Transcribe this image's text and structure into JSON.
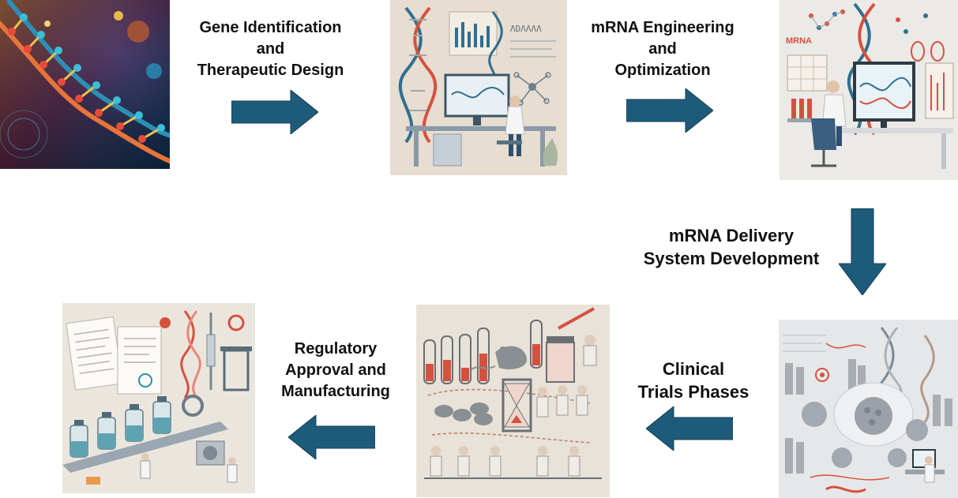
{
  "steps": {
    "gene": {
      "line1": "Gene Identification",
      "line2": "and",
      "line3": "Therapeutic Design"
    },
    "mrna_eng": {
      "line1": "mRNA Engineering",
      "line2": "and",
      "line3": "Optimization"
    },
    "delivery": {
      "line1": "mRNA Delivery",
      "line2": "System Development"
    },
    "clinical": {
      "line1": "Clinical",
      "line2": "Trials Phases"
    },
    "regulatory": {
      "line1": "Regulatory",
      "line2": "Approval and",
      "line3": "Manufacturing"
    }
  },
  "panel_texts": {
    "lab_sign": "ΛDΛΛΛΛ",
    "mrna_tag": "MRNA"
  },
  "colors": {
    "arrow": "#1e5b7a",
    "panel_beige": "#e7ddd0",
    "panel_light": "#eceae6",
    "dna_red": "#d5513f",
    "dna_blue": "#2f6f8f"
  },
  "icons": {
    "panel_1": "dna-helix-icon",
    "panel_2": "lab-scientist-icon",
    "panel_3": "mrna-computer-icon",
    "panel_4": "virus-lab-icon",
    "panel_5": "mouse-trial-icon",
    "panel_6": "vial-factory-icon"
  }
}
